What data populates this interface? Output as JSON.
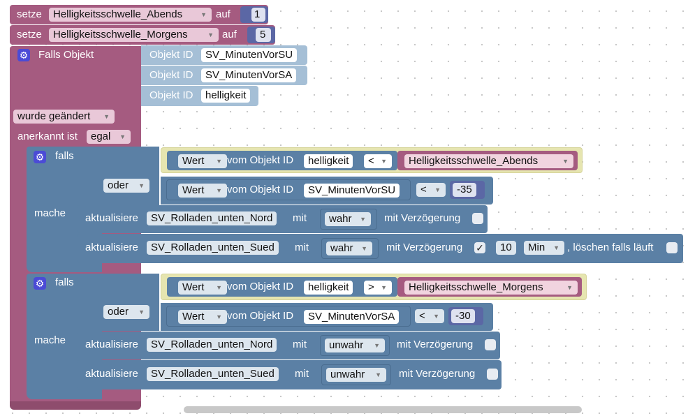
{
  "set1": {
    "keyword": "setze",
    "variable": "Helligkeitsschwelle_Abends",
    "to": "auf",
    "value": "1"
  },
  "set2": {
    "keyword": "setze",
    "variable": "Helligkeitsschwelle_Morgens",
    "to": "auf",
    "value": "5"
  },
  "trigger": {
    "title": "Falls Objekt",
    "id_label": "Objekt ID",
    "objects": [
      "SV_MinutenVorSU",
      "SV_MinutenVorSA",
      "helligkeit"
    ],
    "changed": "wurde geändert",
    "ack_label": "anerkannt ist",
    "ack_value": "egal"
  },
  "if1": {
    "if_label": "falls",
    "do_label": "mache",
    "cond1": {
      "prop": "Wert",
      "of": "vom Objekt ID",
      "object": "helligkeit",
      "op": "<",
      "var": "Helligkeitsschwelle_Abends"
    },
    "or_label": "oder",
    "cond2": {
      "prop": "Wert",
      "of": "vom Objekt ID",
      "object": "SV_MinutenVorSU",
      "op": "<",
      "value": "-35"
    },
    "act1": {
      "label": "aktualisiere",
      "object": "SV_Rolladen_unten_Nord",
      "with": "mit",
      "value": "wahr",
      "delay": "mit Verzögerung"
    },
    "act2": {
      "label": "aktualisiere",
      "object": "SV_Rolladen_unten_Sued",
      "with": "mit",
      "value": "wahr",
      "delay": "mit Verzögerung",
      "check": "✓",
      "delay_value": "10",
      "unit": "Min",
      "clear": ", löschen falls läuft"
    }
  },
  "if2": {
    "if_label": "falls",
    "do_label": "mache",
    "cond1": {
      "prop": "Wert",
      "of": "vom Objekt ID",
      "object": "helligkeit",
      "op": ">",
      "var": "Helligkeitsschwelle_Morgens"
    },
    "or_label": "oder",
    "cond2": {
      "prop": "Wert",
      "of": "vom Objekt ID",
      "object": "SV_MinutenVorSA",
      "op": "<",
      "value": "-30"
    },
    "act1": {
      "label": "aktualisiere",
      "object": "SV_Rolladen_unten_Nord",
      "with": "mit",
      "value": "unwahr",
      "delay": "mit Verzögerung"
    },
    "act2": {
      "label": "aktualisiere",
      "object": "SV_Rolladen_unten_Sued",
      "with": "mit",
      "value": "unwahr",
      "delay": "mit Verzögerung"
    }
  },
  "icons": {
    "gear": "gear-icon",
    "dropdown": "chevron-down-icon"
  },
  "colors": {
    "event": "#a55b80",
    "logic": "#5b80a5",
    "math": "#5b67a5",
    "compare": "#e6e5b0",
    "object_id": "#a5bfd6"
  }
}
